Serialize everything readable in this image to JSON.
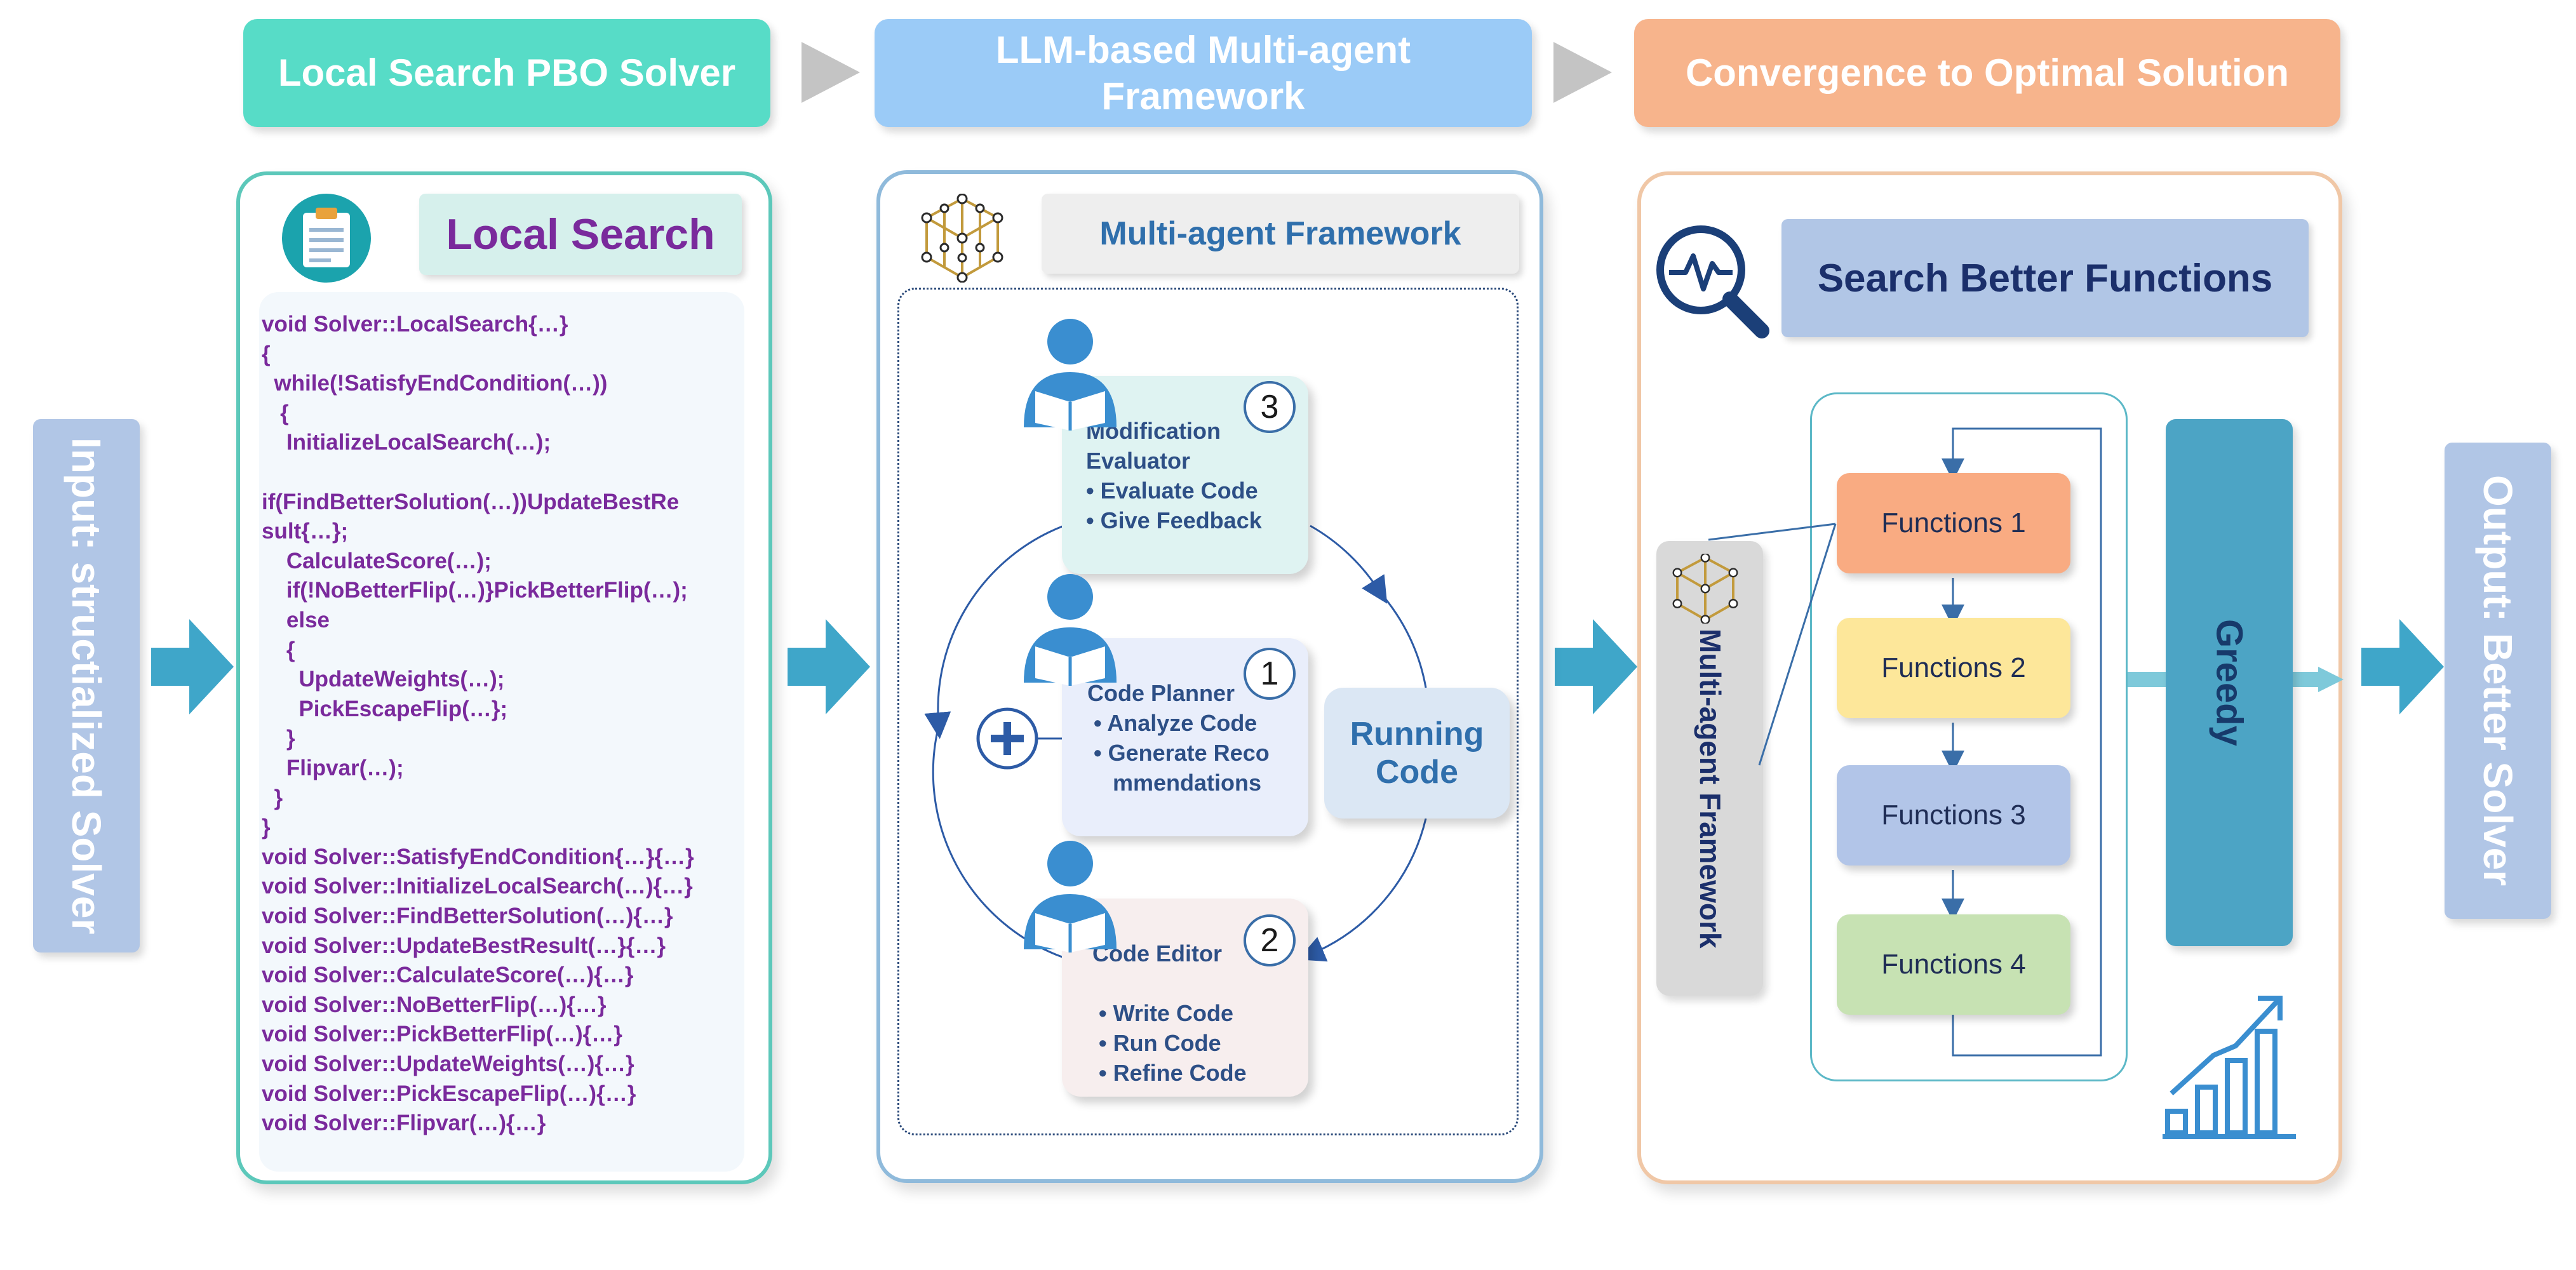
{
  "phases": [
    {
      "label": "Local Search PBO Solver",
      "color": "#57dcc7"
    },
    {
      "label": "LLM-based Multi-agent Framework",
      "color": "#9bcbf7"
    },
    {
      "label": "Convergence to Optimal Solution",
      "color": "#f7b48c"
    }
  ],
  "io": {
    "input_label": "Input: structialized Solver",
    "output_label": "Output: Better Solver"
  },
  "local_search": {
    "title": "Local Search",
    "code_lines": [
      "void Solver::LocalSearch{…}",
      "{",
      "  while(!SatisfyEndCondition(…))",
      "   {",
      "    InitializeLocalSearch(…);",
      "",
      "if(FindBetterSolution(…))UpdateBestRe",
      "sult{…};",
      "    CalculateScore(…);",
      "    if(!NoBetterFlip(…)}PickBetterFlip(…);",
      "    else",
      "    {",
      "      UpdateWeights(…);",
      "      PickEscapeFlip(…};",
      "    }",
      "    Flipvar(…);",
      "  }",
      "}",
      "void Solver::SatisfyEndCondition{…}{…}",
      "void Solver::InitializeLocalSearch(…){…}",
      "void Solver::FindBetterSolution(…){…}",
      "void Solver::UpdateBestResult(…}{…}",
      "void Solver::CalculateScore(…){…}",
      "void Solver::NoBetterFlip(…){…}",
      "void Solver::PickBetterFlip(…){…}",
      "void Solver::UpdateWeights(…){…}",
      "void Solver::PickEscapeFlip(…){…}",
      "void Solver::Flipvar(…){…}"
    ]
  },
  "multi_agent": {
    "title": "Multi-agent Framework",
    "running_code": "Running\nCode",
    "agents": [
      {
        "number": "3",
        "text": "Modification\nEvaluator\n• Evaluate Code\n• Give Feedback",
        "color": "#dff3f2"
      },
      {
        "number": "1",
        "text": "Code Planner\n • Analyze Code\n • Generate Reco\n    mmendations",
        "color": "#e9eefb"
      },
      {
        "number": "2",
        "text": "Code Editor\n\n • Write Code\n • Run Code\n • Refine Code",
        "color": "#f7eeee"
      }
    ]
  },
  "convergence": {
    "title": "Search Better Functions",
    "framework_label": "Multi-agent Framework",
    "greedy_label": "Greedy",
    "functions": [
      {
        "label": "Functions 1",
        "color": "#f9ab82"
      },
      {
        "label": "Functions 2",
        "color": "#fde79a"
      },
      {
        "label": "Functions 3",
        "color": "#b2c5e8"
      },
      {
        "label": "Functions 4",
        "color": "#c7e2b3"
      }
    ]
  }
}
